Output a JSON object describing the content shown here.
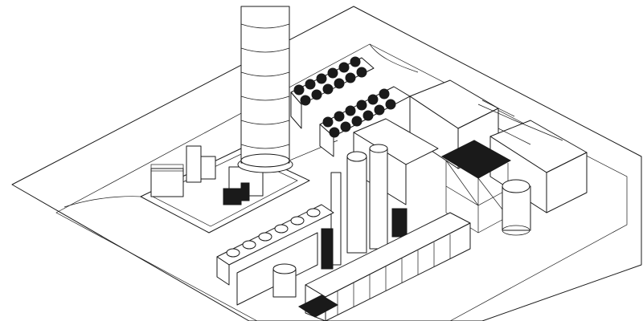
{
  "figure": {
    "type": "isometric line drawing of an industrial power-plant layout",
    "colors": {
      "line": "#1a1a1a",
      "background": "#ffffff",
      "shade": "#dcdcdc"
    },
    "components": [
      "ground-slab",
      "plant-pad",
      "road-loop",
      "exhaust-stack",
      "stack-base",
      "skid-equipment-pad",
      "fin-fan-cooler-bank-1",
      "fin-fan-cooler-bank-2",
      "process-columns",
      "tall-column",
      "pipe-rack-structure",
      "storage-tank",
      "small-tank",
      "enclosure-buildings",
      "fan-cooler-row-left",
      "steam-drum-skid"
    ]
  }
}
